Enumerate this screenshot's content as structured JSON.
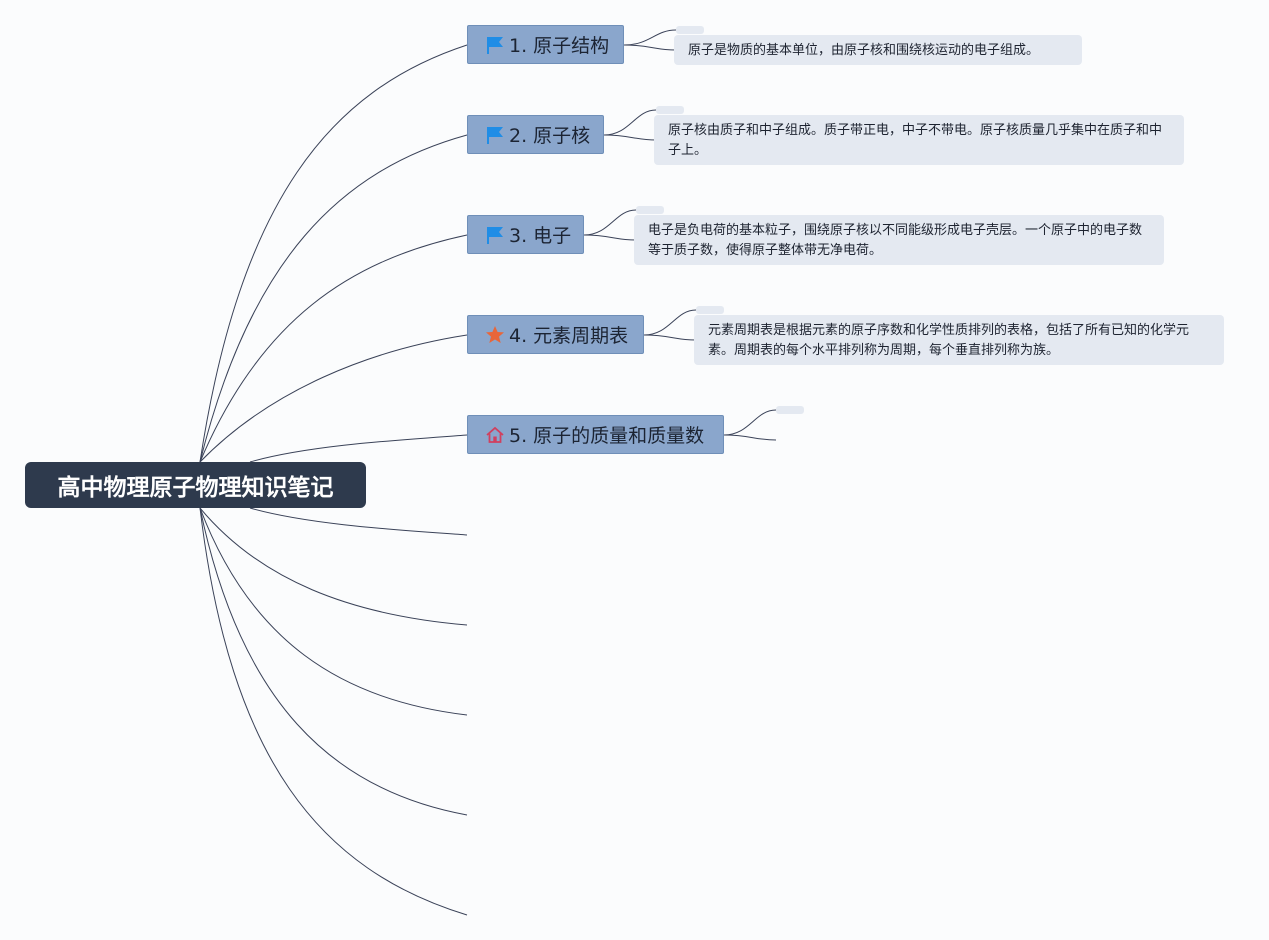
{
  "root": {
    "label": "高中物理原子物理知识笔记"
  },
  "topics": [
    {
      "label": "1. 原子结构",
      "icon": "blue-flag-icon",
      "note": "原子是物质的基本单位，由原子核和围绕核运动的电子组成。"
    },
    {
      "label": "2. 原子核",
      "icon": "blue-flag-icon",
      "note": "原子核由质子和中子组成。质子带正电，中子不带电。原子核质量几乎集中在质子和中子上。"
    },
    {
      "label": "3. 电子",
      "icon": "blue-flag-icon",
      "note": "电子是负电荷的基本粒子，围绕原子核以不同能级形成电子壳层。一个原子中的电子数等于质子数，使得原子整体带无净电荷。"
    },
    {
      "label": "4. 元素周期表",
      "icon": "orange-star-icon",
      "note": "元素周期表是根据元素的原子序数和化学性质排列的表格，包括了所有已知的化学元素。周期表的每个水平排列称为周期，每个垂直排列称为族。"
    },
    {
      "label": "5. 原子的质量和质量数",
      "icon": "home-icon",
      "note": ""
    }
  ],
  "colors": {
    "root_bg": "#2e3a4d",
    "topic_bg": "#8aa6cc",
    "note_bg": "#e4e9f1",
    "line": "#3a4258",
    "flag": "#1f8de6",
    "star": "#e8663a",
    "home": "#d0405f"
  }
}
